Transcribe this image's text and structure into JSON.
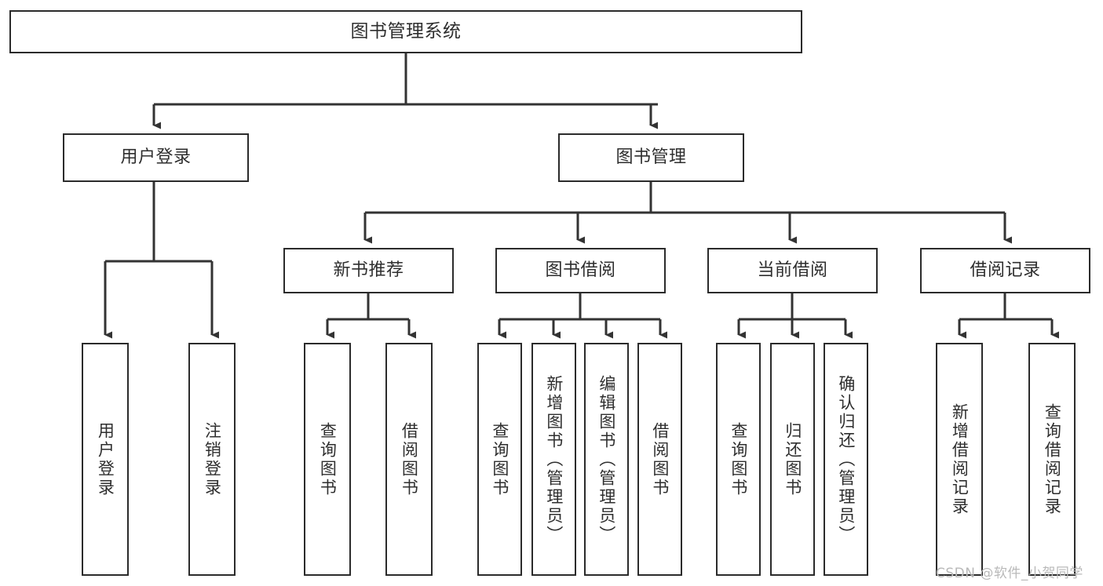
{
  "diagram": {
    "type": "tree",
    "title": "图书管理系统",
    "watermark": "CSDN @软件_小贺同学",
    "colors": {
      "box_border": "#2b2b2b",
      "box_fill": "#ffffff",
      "line": "#333333",
      "text": "#2e2e2e",
      "watermark": "#b9b9b9",
      "background": "#ffffff"
    },
    "levels": {
      "root": {
        "label": "图书管理系统"
      },
      "level2": [
        {
          "label": "用户登录"
        },
        {
          "label": "图书管理"
        }
      ],
      "level3": [
        {
          "label": "新书推荐"
        },
        {
          "label": "图书借阅"
        },
        {
          "label": "当前借阅"
        },
        {
          "label": "借阅记录"
        }
      ],
      "leaves": [
        {
          "label": "用户登录",
          "parent": "用户登录"
        },
        {
          "label": "注销登录",
          "parent": "用户登录"
        },
        {
          "label": "查询图书",
          "parent": "新书推荐"
        },
        {
          "label": "借阅图书",
          "parent": "新书推荐"
        },
        {
          "label": "查询图书",
          "parent": "图书借阅"
        },
        {
          "label": "新增图书（管理员）",
          "parent": "图书借阅"
        },
        {
          "label": "编辑图书（管理员）",
          "parent": "图书借阅"
        },
        {
          "label": "借阅图书",
          "parent": "图书借阅"
        },
        {
          "label": "查询图书",
          "parent": "当前借阅"
        },
        {
          "label": "归还图书",
          "parent": "当前借阅"
        },
        {
          "label": "确认归还（管理员）",
          "parent": "当前借阅"
        },
        {
          "label": "新增借阅记录",
          "parent": "借阅记录"
        },
        {
          "label": "查询借阅记录",
          "parent": "借阅记录"
        }
      ]
    }
  }
}
